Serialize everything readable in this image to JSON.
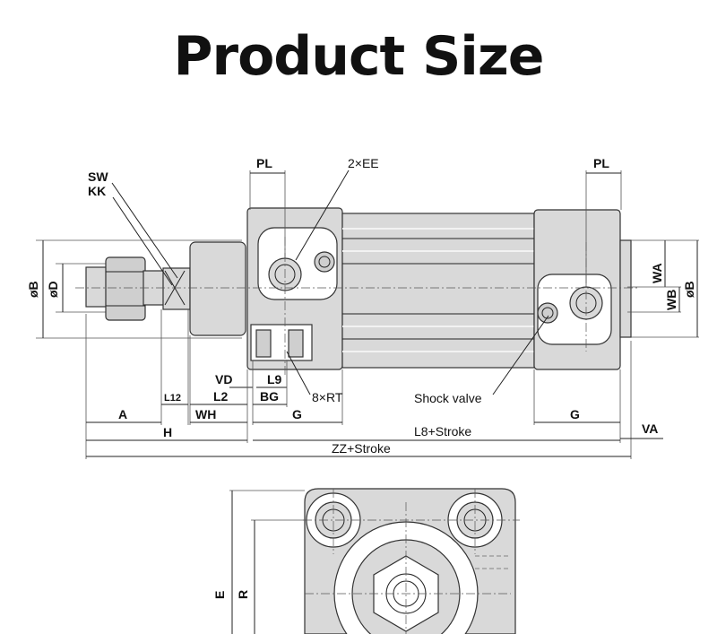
{
  "page": {
    "title": "Product Size"
  },
  "side_view": {
    "labels": {
      "sw": "SW",
      "kk": "KK",
      "pl_left": "PL",
      "ee": "2×EE",
      "pl_right": "PL",
      "phi_b_left": "øB",
      "phi_d": "øD",
      "wa": "WA",
      "wb": "WB",
      "phi_b_right": "øB",
      "vd": "VD",
      "l9": "L9",
      "l12": "L12",
      "l2": "L2",
      "bg": "BG",
      "rt": "8×RT",
      "shock_valve": "Shock valve",
      "a": "A",
      "wh": "WH",
      "g_left": "G",
      "g_right": "G",
      "va": "VA",
      "h": "H",
      "l8_stroke": "L8+Stroke",
      "zz_stroke": "ZZ+Stroke"
    }
  },
  "end_view": {
    "labels": {
      "e": "E",
      "r": "R"
    }
  }
}
